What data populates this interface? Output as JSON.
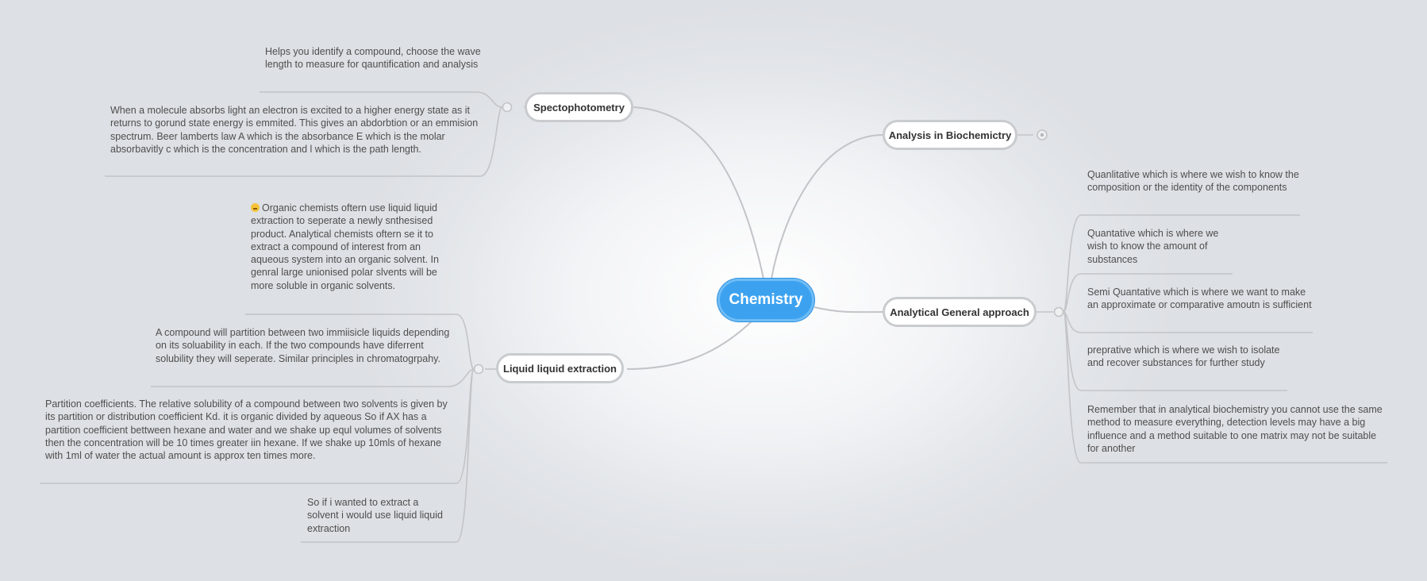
{
  "central": {
    "label": "Chemistry"
  },
  "topics": {
    "spectophotometry": {
      "label": "Spectophotometry",
      "notes": [
        "Helps you identify a compound, choose the wave length to measure for qauntification and analysis",
        "When a molecule absorbs light an electron is excited to a higher energy state as it returns to gorund state energy is emmited. This gives an abdorbtion or an emmision spectrum. Beer lamberts law A which is the absorbance E which is the molar absorbavitly c which is the concentration and l which is the path length."
      ]
    },
    "liquid": {
      "label": "Liquid liquid extraction",
      "notes": [
        "Organic chemists oftern use liquid liquid extraction to seperate a newly snthesised product. Analytical chemists oftern se it to extract a compound of interest from an aqueous system into an organic solvent. In genral large unionised polar slvents will be more soluble in organic solvents.",
        "A compound will partition between two immiisicle liquids depending on its soluability in each. If the two compounds have diferrent solubility they will seperate. Similar principles in chromatogrpahy.",
        "Partition coefficients. The relative solubility of a compound between two solvents is given by its partition or distribution coefficient Kd. it is organic divided by aqueous So if AX has a partition coefficient bettween hexane and water and we shake up equl volumes of solvents then the concentration will be 10 times greater iin hexane. If we shake up 10mls of hexane with 1ml of water the actual amount is approx ten times more.",
        "So if i wanted to extract a solvent i would use liquid liquid extraction"
      ]
    },
    "analysis": {
      "label": "Analysis in Biochemictry"
    },
    "approach": {
      "label": "Analytical General approach",
      "notes": [
        "Quanlitative which is where we wish to know the composition or the identity of the components",
        "Quantative which is where we wish to know the amount of substances",
        "Semi Quantative which is where we want to make an approximate or comparative amoutn is sufficient",
        "preprative which is where we wish to isolate and recover substances for further study",
        "Remember that in analytical biochemistry you cannot use the same method to measure everything, detection levels may have a big influence and a method suitable to one matrix may not be suitable for another"
      ]
    }
  },
  "icons": {
    "collapse": "collapse-toggle-icon",
    "emoji": "face-emoji-icon"
  },
  "colors": {
    "central_fill": "#3ca2f0",
    "topic_border": "#c9cbce",
    "connector": "#c2c4c7"
  }
}
